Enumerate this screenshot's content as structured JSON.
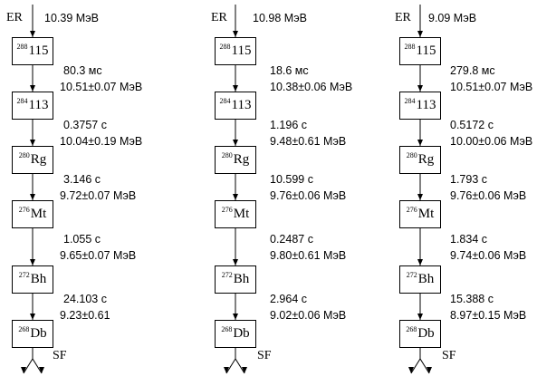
{
  "chains": [
    {
      "er_label": "ER",
      "er_energy": "10.39 МэВ",
      "nuclei": [
        {
          "mass": "288",
          "symbol": "115"
        },
        {
          "mass": "284",
          "symbol": "113"
        },
        {
          "mass": "280",
          "symbol": "Rg"
        },
        {
          "mass": "276",
          "symbol": "Mt"
        },
        {
          "mass": "272",
          "symbol": "Bh"
        },
        {
          "mass": "268",
          "symbol": "Db"
        }
      ],
      "decays": [
        {
          "time": "80.3 мс",
          "energy": "10.51±0.07 МэВ"
        },
        {
          "time": "0.3757 с",
          "energy": "10.04±0.19 МэВ"
        },
        {
          "time": "3.146 с",
          "energy": "9.72±0.07 МэВ"
        },
        {
          "time": "1.055 с",
          "energy": "9.65±0.07 МэВ"
        },
        {
          "time": "24.103 с",
          "energy": "9.23±0.61"
        }
      ],
      "end_label": "SF"
    },
    {
      "er_label": "ER",
      "er_energy": "10.98 МэВ",
      "nuclei": [
        {
          "mass": "288",
          "symbol": "115"
        },
        {
          "mass": "284",
          "symbol": "113"
        },
        {
          "mass": "280",
          "symbol": "Rg"
        },
        {
          "mass": "276",
          "symbol": "Mt"
        },
        {
          "mass": "272",
          "symbol": "Bh"
        },
        {
          "mass": "268",
          "symbol": "Db"
        }
      ],
      "decays": [
        {
          "time": "18.6 мс",
          "energy": "10.38±0.06 МэВ"
        },
        {
          "time": "1.196 с",
          "energy": "9.48±0.61 МэВ"
        },
        {
          "time": "10.599 с",
          "energy": "9.76±0.06 МэВ"
        },
        {
          "time": "0.2487 с",
          "energy": "9.80±0.61 МэВ"
        },
        {
          "time": "2.964 с",
          "energy": "9.02±0.06 МэВ"
        }
      ],
      "end_label": "SF"
    },
    {
      "er_label": "ER",
      "er_energy": "9.09 МэВ",
      "nuclei": [
        {
          "mass": "288",
          "symbol": "115"
        },
        {
          "mass": "284",
          "symbol": "113"
        },
        {
          "mass": "280",
          "symbol": "Rg"
        },
        {
          "mass": "276",
          "symbol": "Mt"
        },
        {
          "mass": "272",
          "symbol": "Bh"
        },
        {
          "mass": "268",
          "symbol": "Db"
        }
      ],
      "decays": [
        {
          "time": "279.8 мс",
          "energy": "10.51±0.07 МэВ"
        },
        {
          "time": "0.5172 с",
          "energy": "10.00±0.06 МэВ"
        },
        {
          "time": "1.793 с",
          "energy": "9.76±0.06 МэВ"
        },
        {
          "time": "1.834 с",
          "energy": "9.74±0.06 МэВ"
        },
        {
          "time": "15.388 с",
          "energy": "8.97±0.15 МэВ"
        }
      ],
      "end_label": "SF"
    }
  ]
}
